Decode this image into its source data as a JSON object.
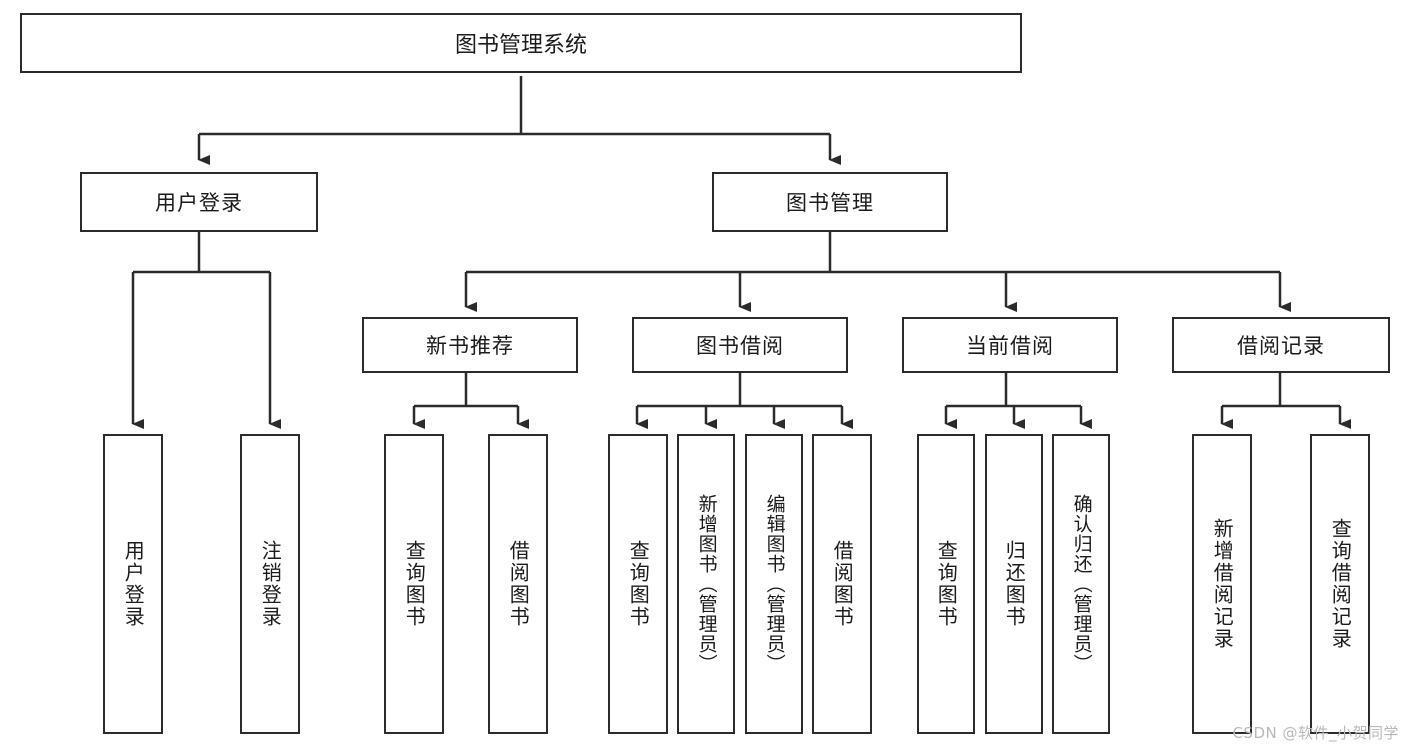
{
  "diagram": {
    "title": "图书管理系统",
    "root": {
      "label": "图书管理系统"
    },
    "level1": [
      {
        "label": "用户登录"
      },
      {
        "label": "图书管理"
      }
    ],
    "level2": [
      {
        "label": "新书推荐"
      },
      {
        "label": "图书借阅"
      },
      {
        "label": "当前借阅"
      },
      {
        "label": "借阅记录"
      }
    ],
    "leaves": {
      "user_login": [
        {
          "label": "用户登录"
        },
        {
          "label": "注销登录"
        }
      ],
      "new_book_recommend": [
        {
          "label": "查询图书"
        },
        {
          "label": "借阅图书"
        }
      ],
      "book_borrow": [
        {
          "label": "查询图书"
        },
        {
          "label": "新增图书（管理员）"
        },
        {
          "label": "编辑图书（管理员）"
        },
        {
          "label": "借阅图书"
        }
      ],
      "current_borrow": [
        {
          "label": "查询图书"
        },
        {
          "label": "归还图书"
        },
        {
          "label": "确认归还（管理员）"
        }
      ],
      "borrow_record": [
        {
          "label": "新增借阅记录"
        },
        {
          "label": "查询借阅记录"
        }
      ]
    },
    "watermark": "CSDN @软件_小贺同学",
    "colors": {
      "border": "#2b2b2b",
      "background": "#ffffff",
      "text": "#1b1b1b",
      "watermark": "#b9b9b9"
    }
  }
}
